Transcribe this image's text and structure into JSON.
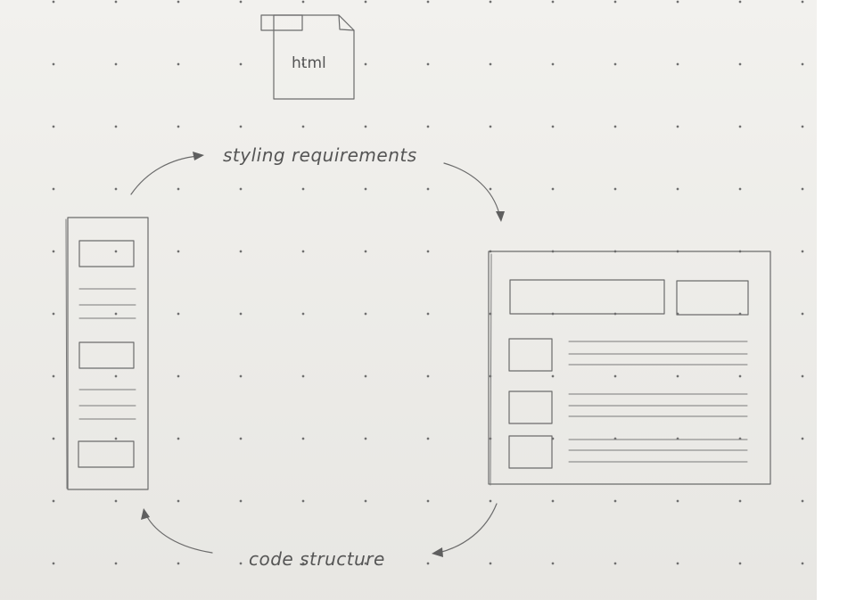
{
  "file_icon": {
    "label": "html"
  },
  "arrows": {
    "top_label": "styling requirements",
    "bottom_label": "code structure"
  }
}
